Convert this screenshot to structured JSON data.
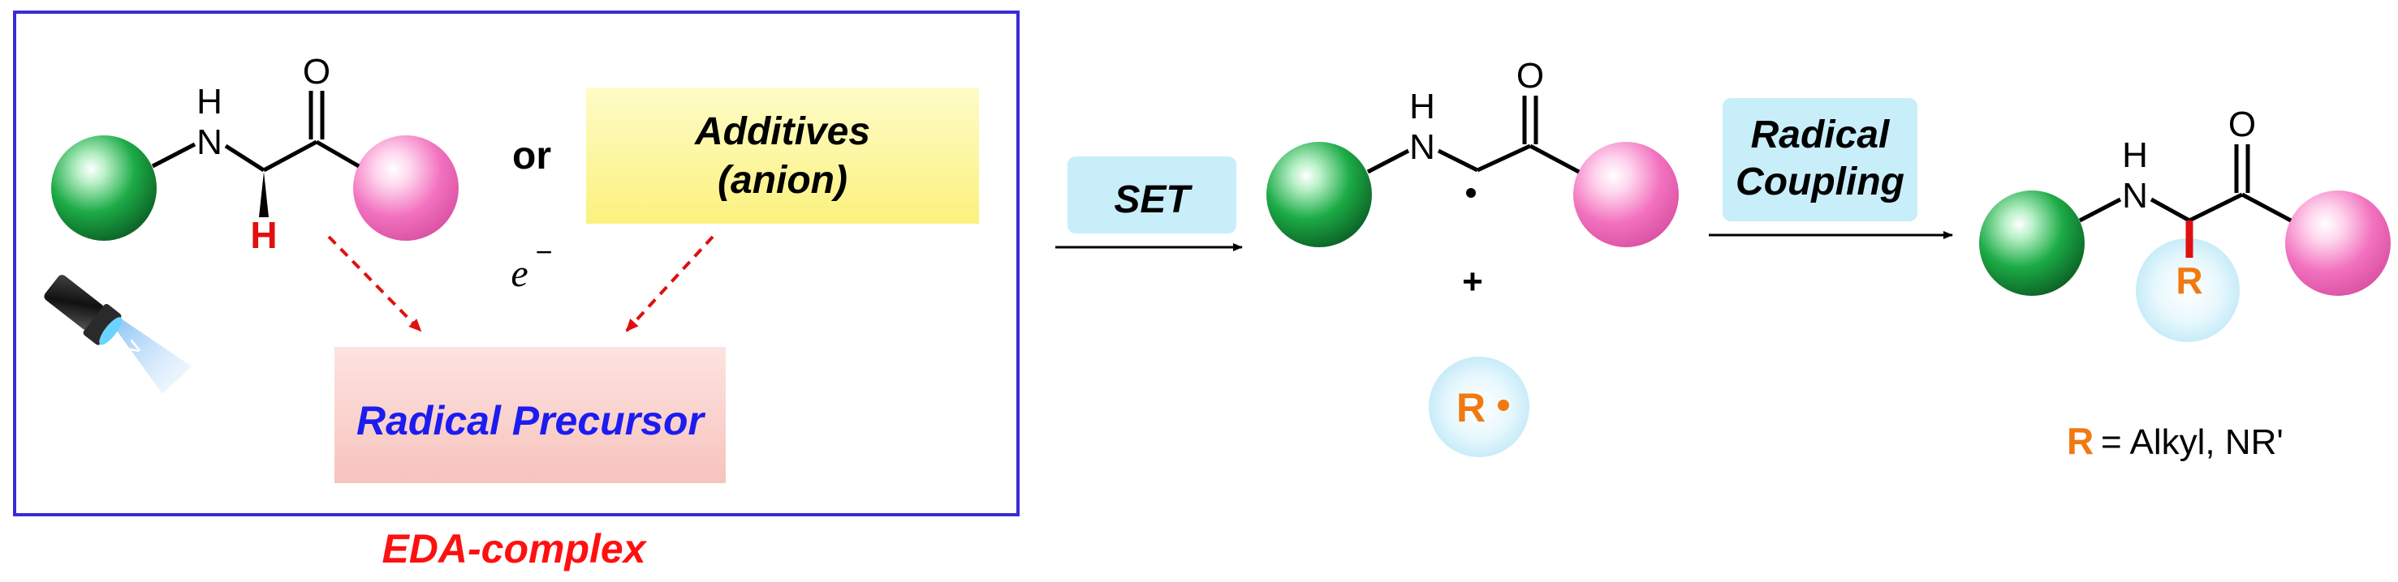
{
  "scheme": {
    "atoms": {
      "nitrogen": "N",
      "hydrogen": "H",
      "oxygen": "O",
      "alpha_hydrogen": "H",
      "r_group": "R"
    },
    "left_panel": {
      "or_text": "or",
      "electron_text": "e",
      "electron_charge": "−",
      "light_label": "hv",
      "additives_line1": "Additives",
      "additives_line2": "(anion)",
      "radical_precursor": "Radical Precursor",
      "eda_complex": "EDA-complex"
    },
    "step1": {
      "label": "SET",
      "plus": "+",
      "radical_r": "R"
    },
    "step2": {
      "label_line1": "Radical",
      "label_line2": "Coupling"
    },
    "footnote": {
      "r_symbol": "R",
      "definition": "= Alkyl, NR'"
    },
    "colors": {
      "frame": "#3a2bd4",
      "eda_label": "#ff1010",
      "radical_precursor_text": "#1c1cf0",
      "r_orange": "#f07a10",
      "bond_red": "#e01010",
      "green_ball": "#12963a",
      "pink_ball": "#f060b4",
      "additives_fill": "#fdf59a",
      "precursor_fill": "#f9cdc8",
      "set_box_fill": "#c8eefa"
    }
  }
}
